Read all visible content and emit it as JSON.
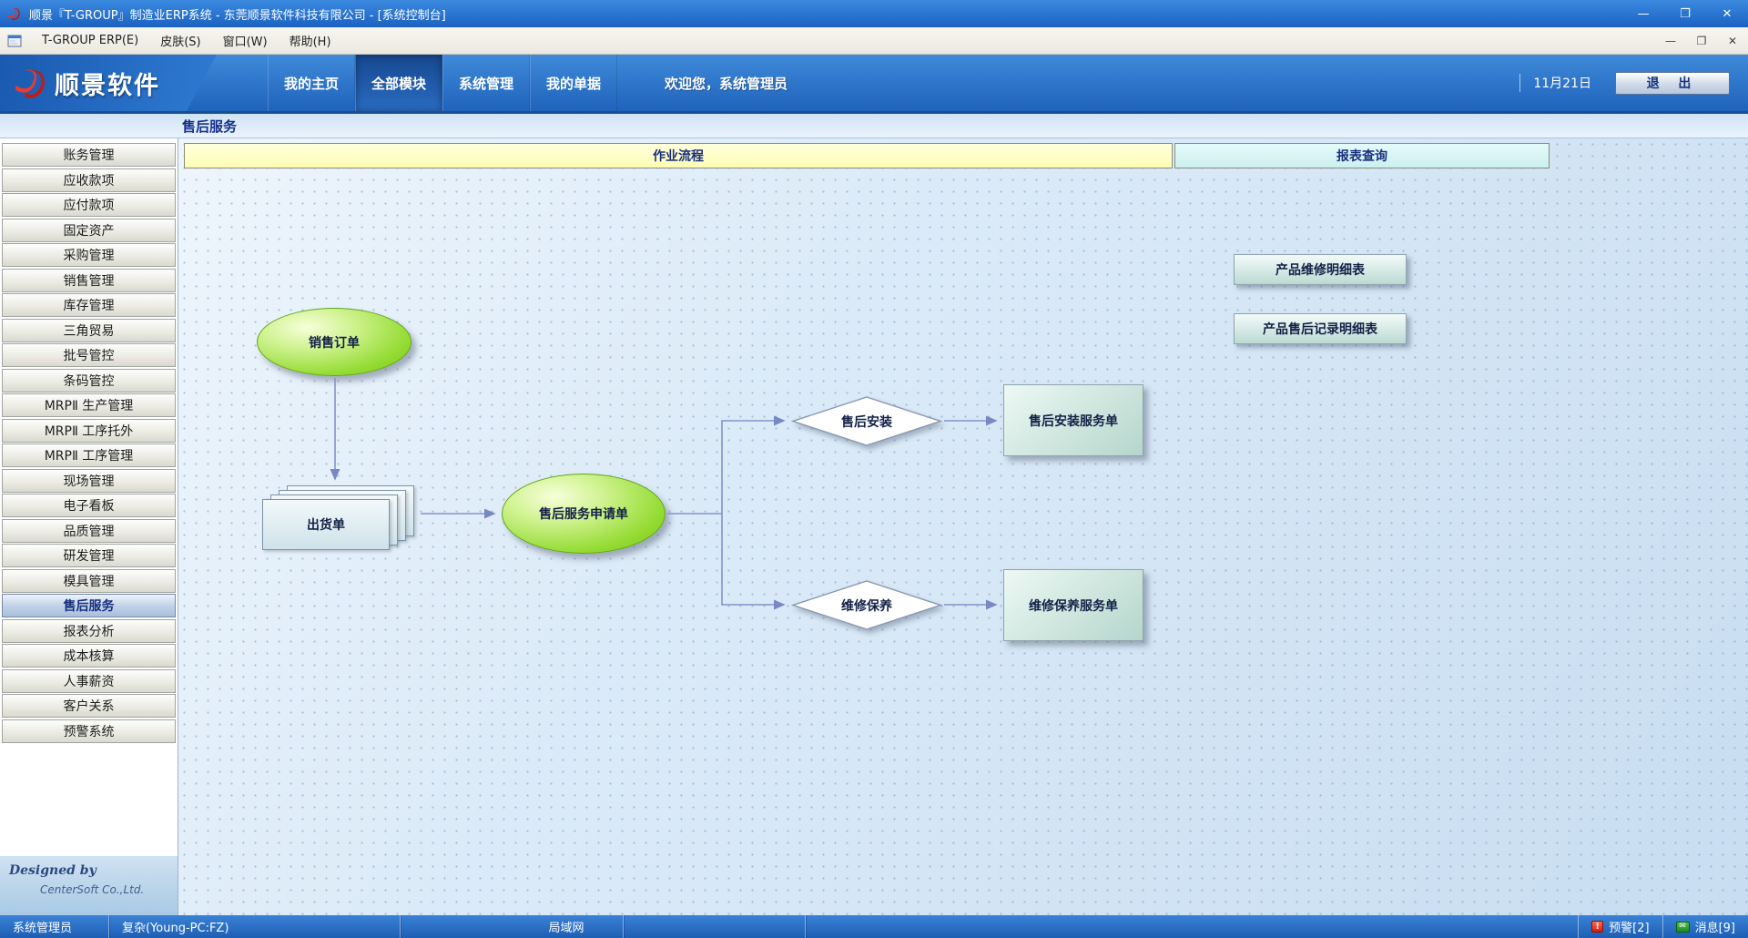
{
  "window": {
    "title": "顺景『T-GROUP』制造业ERP系统 - 东莞顺景软件科技有限公司 - [系统控制台]"
  },
  "icons": {
    "minimize": "—",
    "maximize": "❐",
    "close": "✕"
  },
  "menubar": {
    "items": [
      "T-GROUP ERP(E)",
      "皮肤(S)",
      "窗口(W)",
      "帮助(H)"
    ]
  },
  "header": {
    "logo_text": "顺景软件",
    "tabs": [
      {
        "label": "我的主页",
        "active": false
      },
      {
        "label": "全部模块",
        "active": true
      },
      {
        "label": "系统管理",
        "active": false
      },
      {
        "label": "我的单据",
        "active": false
      }
    ],
    "welcome": "欢迎您，系统管理员",
    "date": "11月21日",
    "exit_label": "退 出"
  },
  "breadcrumb": {
    "title": "售后服务"
  },
  "sidebar": {
    "items": [
      "账务管理",
      "应收款项",
      "应付款项",
      "固定资产",
      "采购管理",
      "销售管理",
      "库存管理",
      "三角贸易",
      "批号管控",
      "条码管控",
      "MRPⅡ 生产管理",
      "MRPⅡ 工序托外",
      "MRPⅡ 工序管理",
      "现场管理",
      "电子看板",
      "品质管理",
      "研发管理",
      "模具管理",
      "售后服务",
      "报表分析",
      "成本核算",
      "人事薪资",
      "客户关系",
      "预警系统"
    ],
    "selected": "售后服务",
    "footer_line1": "Designed by",
    "footer_line2": "CenterSoft Co.,Ltd."
  },
  "content": {
    "tabs": [
      {
        "label": "作业流程",
        "active": true
      },
      {
        "label": "报表查询",
        "active": false
      }
    ],
    "flow": {
      "nodes": [
        {
          "id": "sales-order",
          "type": "ellipse",
          "label": "销售订单"
        },
        {
          "id": "shipment-doc",
          "type": "document-stack",
          "label": "出货单"
        },
        {
          "id": "service-request",
          "type": "ellipse",
          "label": "售后服务申请单"
        },
        {
          "id": "install-decision",
          "type": "diamond",
          "label": "售后安装"
        },
        {
          "id": "maintenance-decision",
          "type": "diamond",
          "label": "维修保养"
        },
        {
          "id": "install-order",
          "type": "box",
          "label": "售后安装服务单"
        },
        {
          "id": "maintenance-order",
          "type": "box",
          "label": "维修保养服务单"
        }
      ],
      "report_buttons": [
        "产品维修明细表",
        "产品售后记录明细表"
      ]
    }
  },
  "statusbar": {
    "user": "系统管理员",
    "machine": "复杂(Young-PC:FZ)",
    "network": "局域网",
    "alerts": "预警[2]",
    "messages": "消息[9]"
  }
}
